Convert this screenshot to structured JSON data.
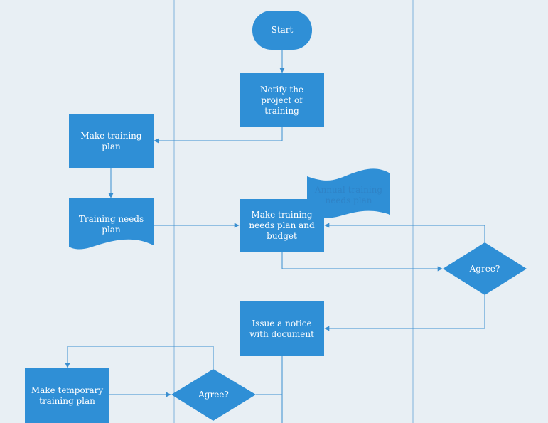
{
  "diagram": {
    "colors": {
      "fill": "#2f8fd6",
      "line": "#3a8fd0",
      "lane": "#7fb3dc",
      "background": "#e8eff4",
      "text": "#ffffff",
      "annual_text": "#2f83c7"
    },
    "nodes": {
      "start": "Start",
      "notify": "Notify the\nproject of\ntraining",
      "make_plan": "Make training\nplan",
      "needs_plan": "Training needs\nplan",
      "annual": "Annual training\nneeds plan",
      "needs_budget": "Make training\nneeds plan and\nbudget",
      "agree_right": "Agree?",
      "issue_notice": "Issue a notice\nwith document",
      "temp_plan": "Make temporary\ntraining plan",
      "agree_left": "Agree?"
    }
  }
}
